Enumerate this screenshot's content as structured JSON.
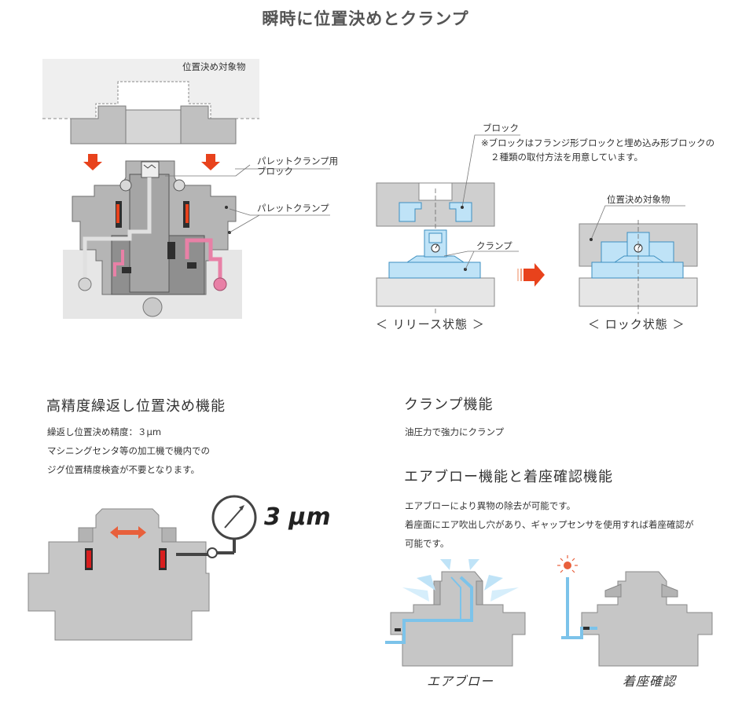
{
  "title": "瞬時に位置決めとクランプ",
  "top_left": {
    "target_label": "位置決め対象物",
    "block_label_line1": "パレットクランプ用",
    "block_label_line2": "ブロック",
    "clamp_label": "パレットクランプ"
  },
  "top_right": {
    "block_label": "ブロック",
    "note_line1": "※ブロックはフランジ形ブロックと埋め込み形ブロックの",
    "note_line2": "２種類の取付方法を用意しています。",
    "clamp_label": "クランプ",
    "target_label": "位置決め対象物",
    "release_state": "＜ リリース状態 ＞",
    "lock_state": "＜ ロック状態 ＞"
  },
  "precision": {
    "heading": "高精度繰返し位置決め機能",
    "line1": "繰返し位置決め精度：３μm",
    "line2": "マシニングセンタ等の加工機で機内での",
    "line3": "ジグ位置精度検査が不要となります。",
    "gauge_value": "3 μm"
  },
  "clamp_function": {
    "heading": "クランプ機能",
    "line1": "油圧力で強力にクランプ"
  },
  "air_blow": {
    "heading": "エアブロー機能と着座確認機能",
    "line1": "エアブローにより異物の除去が可能です。",
    "line2": "着座面にエア吹出し穴があり、ギャップセンサを使用すれば着座確認が",
    "line3": "可能です。",
    "caption_blow": "エアブロー",
    "caption_seat": "着座確認"
  },
  "colors": {
    "gray_fill": "#c9c9c9",
    "dark_gray": "#8a8a8a",
    "light_blue": "#bfe3f7",
    "blue_line": "#7cc3ea",
    "red_arrow": "#e8421c",
    "pink": "#e880a6"
  }
}
